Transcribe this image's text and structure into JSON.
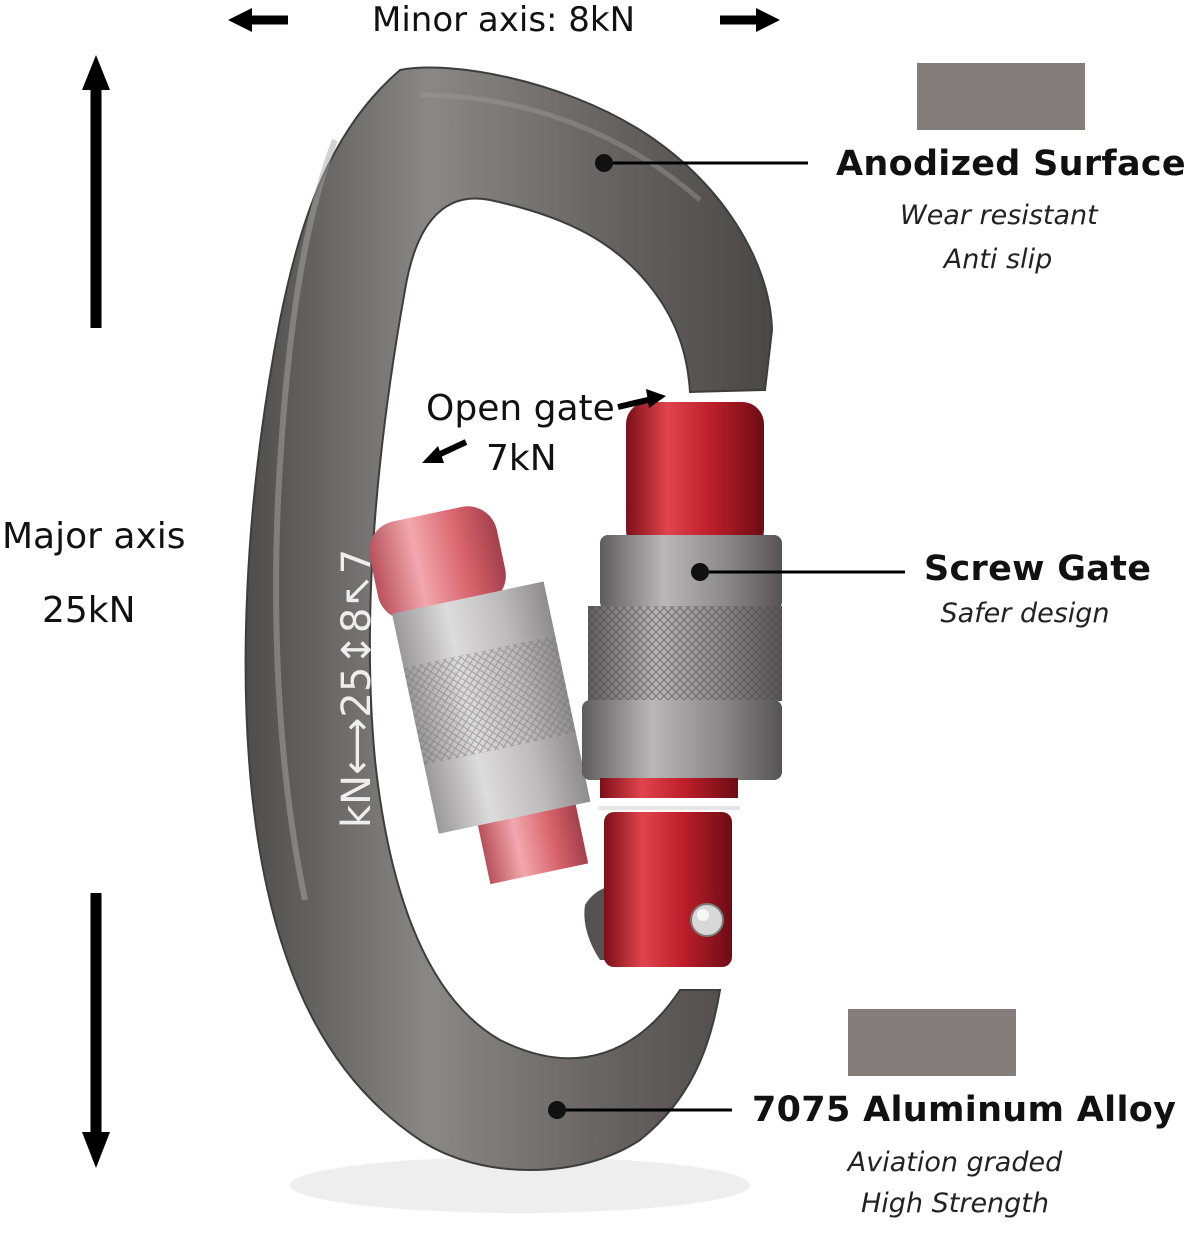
{
  "minor_axis": {
    "label": "Minor axis: 8kN"
  },
  "major_axis": {
    "line1": "Major axis",
    "line2": "25kN"
  },
  "open_gate": {
    "line1": "Open gate",
    "line2": "7kN"
  },
  "stamp": {
    "text": "kN⟷25↕8↖7"
  },
  "features": [
    {
      "title": "Anodized Surface",
      "lines": [
        "Wear resistant",
        "Anti slip"
      ],
      "swatch_color": "#857d7c"
    },
    {
      "title": "Screw Gate",
      "lines": [
        "Safer design"
      ]
    },
    {
      "title": "7075 Aluminum Alloy",
      "lines": [
        "Aviation graded",
        "High Strength"
      ],
      "swatch_color": "#857d7c"
    }
  ],
  "colors": {
    "body": "#6e6b6b",
    "gate": "#b3212b",
    "sleeve": "#8f8d8e",
    "text": "#111111"
  }
}
